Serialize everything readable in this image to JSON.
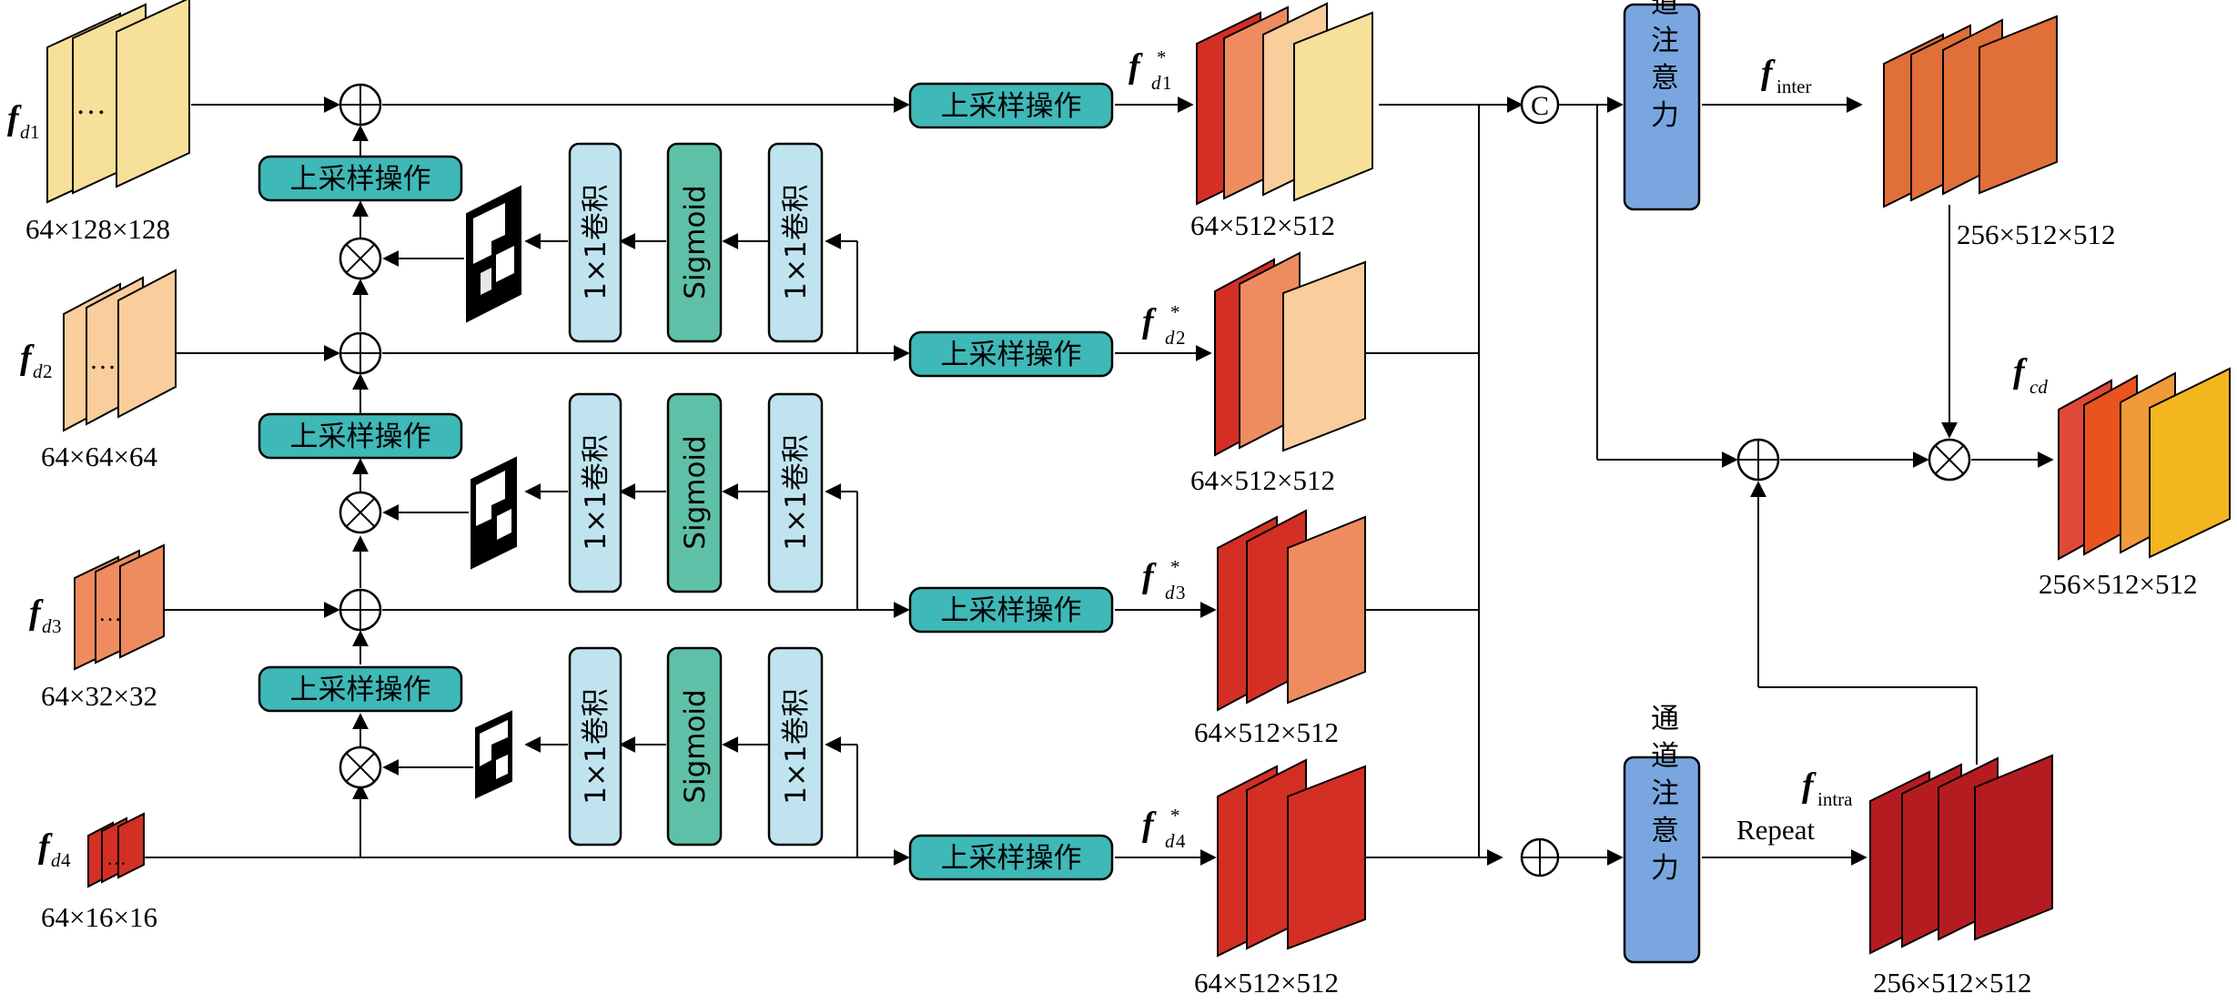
{
  "inputs": [
    {
      "f": "f",
      "sub": "d",
      "subn": "1",
      "dims": "64×128×128",
      "color": "#f7e09a"
    },
    {
      "f": "f",
      "sub": "d",
      "subn": "2",
      "dims": "64×64×64",
      "color": "#f9cd9c"
    },
    {
      "f": "f",
      "sub": "d",
      "subn": "3",
      "dims": "64×32×32",
      "color": "#ee8c60"
    },
    {
      "f": "f",
      "sub": "d",
      "subn": "4",
      "dims": "64×16×16",
      "color": "#d32f25"
    }
  ],
  "dots": "…",
  "upsample_label": "上采样操作",
  "conv_label": "1×1卷积",
  "sigmoid_label": "Sigmoid",
  "channel_attention_label": "通道注意力",
  "concat_symbol": "C",
  "outputs": [
    {
      "f": "f",
      "star": "*",
      "sub": "d",
      "subn": "1",
      "dims": "64×512×512"
    },
    {
      "f": "f",
      "star": "*",
      "sub": "d",
      "subn": "2",
      "dims": "64×512×512"
    },
    {
      "f": "f",
      "star": "*",
      "sub": "d",
      "subn": "3",
      "dims": "64×512×512"
    },
    {
      "f": "f",
      "star": "*",
      "sub": "d",
      "subn": "4",
      "dims": "64×512×512"
    }
  ],
  "inter": {
    "f": "f",
    "sub": "inter",
    "dims": "256×512×512"
  },
  "intra": {
    "f": "f",
    "sub": "intra",
    "repeat": "Repeat",
    "dims": "256×512×512"
  },
  "cd": {
    "f": "f",
    "sub": "cd",
    "dims": "256×512×512"
  },
  "colors": {
    "upsample_fill": "#3fb8b8",
    "conv_fill": "#bfe4ef",
    "sigmoid_fill": "#5fc0a8",
    "attention_fill": "#7aa6e0",
    "red": "#d32f25",
    "dark_red": "#b51c21",
    "orange": "#e06f3a"
  }
}
